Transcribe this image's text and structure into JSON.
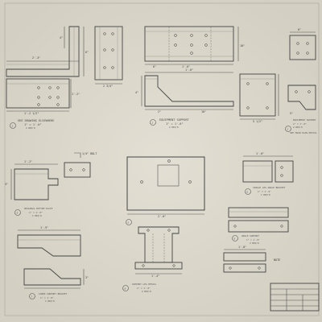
{
  "sheet": {
    "paper_color": "#ddd9cd",
    "line_color": "#555555"
  },
  "details": {
    "d1": {
      "number": "1",
      "title": "SEE DRAWING ELSEWHERE",
      "scale": "1\" = 1'-0\"",
      "note": "2 REQ'D"
    },
    "d2": {
      "number": "2",
      "title": "EQUIPMENT SUPPORT",
      "scale": "1\" = 1'-0\"",
      "note": "2 REQ'D"
    },
    "d3": {
      "number": "3",
      "title": "EQUIPMENT SUPPORT",
      "scale": "1\" = 1'-0\"",
      "note": "2 REQ'D",
      "extra": "SEE MAIN PLAN DETAIL"
    },
    "d4": {
      "number": "4",
      "title": "ORIGINAL BOTTOM PLATE",
      "scale": "1\" = 1'-0\"",
      "note": "1 REQ'D"
    },
    "d5": {
      "number": "5",
      "title": "",
      "scale": "",
      "note": ""
    },
    "d6": {
      "number": "6",
      "title": "SINGLE LEG ANGLE BRACKET",
      "scale": "1\" = 1'-0\"",
      "note": "1 REQ'D"
    },
    "d7": {
      "number": "7",
      "title": "LOWER SUPPORT BRACKET",
      "scale": "1\" = 1'-0\"",
      "note": "1 REQ'D"
    },
    "d8": {
      "number": "8",
      "title": "SUPPORT LEG DETAIL",
      "scale": "1\" = 1'-0\"",
      "note": "2 REQ'D"
    },
    "d9": {
      "number": "9",
      "title": "ANGLE SUPPORT",
      "scale": "1\" = 1'-0\"",
      "note": "2 REQ'D"
    }
  },
  "title_block": {
    "rows": [
      "",
      "",
      "",
      "",
      ""
    ]
  }
}
